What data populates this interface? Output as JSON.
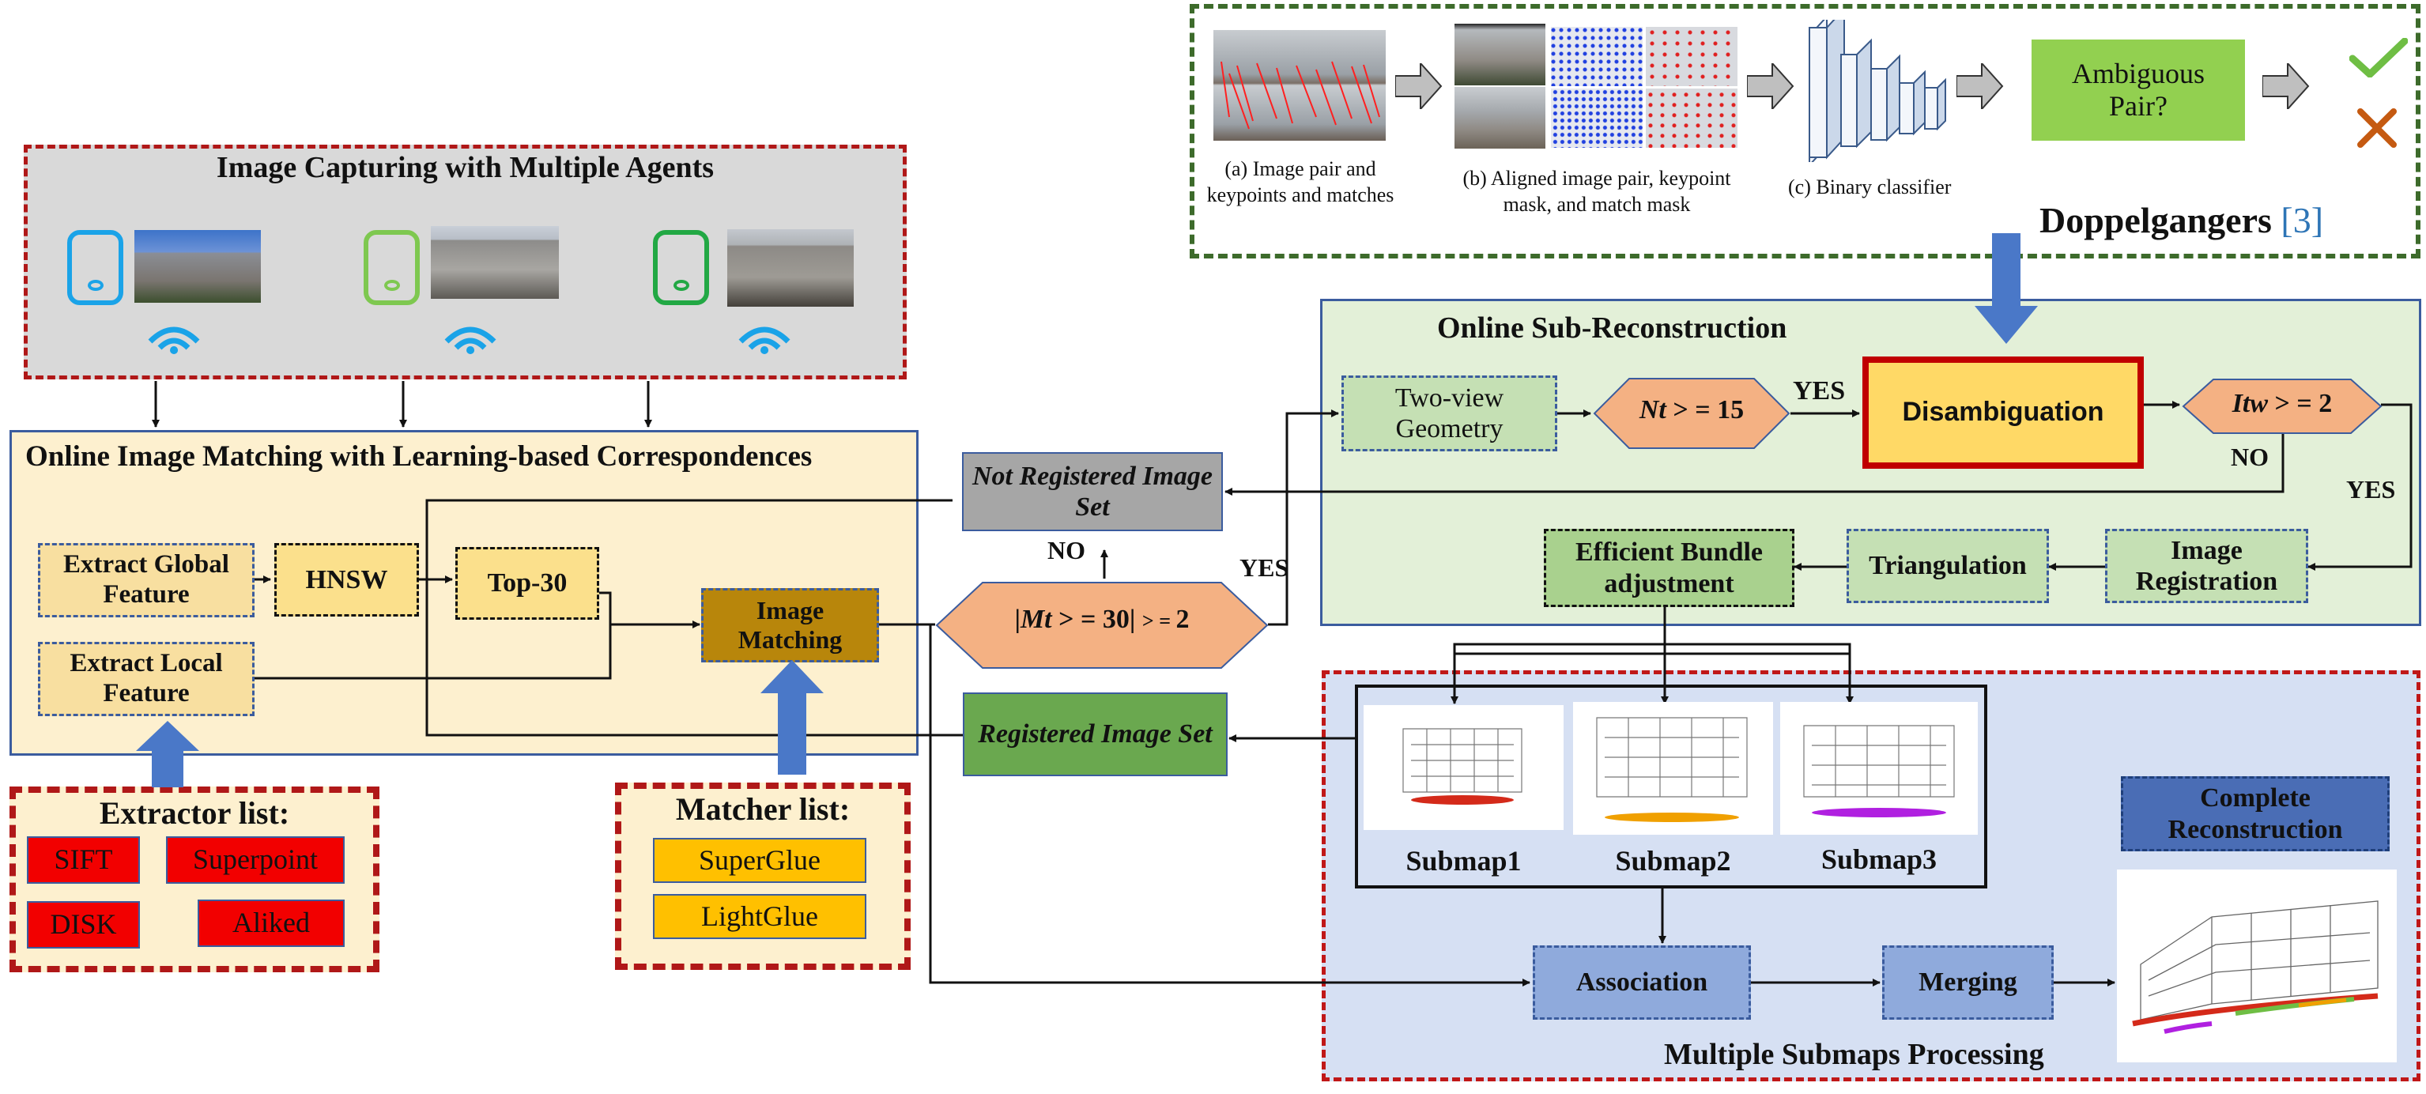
{
  "capture": {
    "title": "Image Capturing with Multiple Agents",
    "agent_colors": [
      "#1aa3e8",
      "#7ec850",
      "#22a844"
    ]
  },
  "matching": {
    "title": "Online Image Matching with Learning-based Correspondences",
    "extract_global": "Extract Global Feature",
    "hnsw": "HNSW",
    "top30": "Top-30",
    "extract_local": "Extract Local Feature",
    "image_matching": "Image Matching"
  },
  "extractor": {
    "title": "Extractor list:",
    "items": [
      "SIFT",
      "Superpoint",
      "DISK",
      "Aliked"
    ]
  },
  "matcher": {
    "title": "Matcher list:",
    "items": [
      "SuperGlue",
      "LightGlue"
    ]
  },
  "sets": {
    "not_registered": "Not Registered Image Set",
    "registered": "Registered Image Set"
  },
  "decision": {
    "mt_prefix": "|",
    "mt_var": "Mt",
    "mt_cond": " > = 30| ",
    "mt_small": "> = ",
    "mt_val": "2",
    "yes": "YES",
    "no": "NO"
  },
  "doppel": {
    "caption_a": "(a) Image pair and keypoints and matches",
    "caption_b": "(b) Aligned image pair, keypoint mask, and match mask",
    "caption_c": "(c) Binary classifier",
    "ambiguous": "Ambiguous Pair?",
    "title": "Doppelgangers",
    "ref": "[3]"
  },
  "subrecon": {
    "title": "Online Sub-Reconstruction",
    "two_view": "Two-view Geometry",
    "nt_var": "Nt",
    "nt_cond": " > = 15",
    "yes1": "YES",
    "disambiguation": "Disambiguation",
    "itw_var": "Itw",
    "itw_cond": " > = 2",
    "no": "NO",
    "yes2": "YES",
    "image_registration": "Image Registration",
    "triangulation": "Triangulation",
    "bundle": "Efficient Bundle adjustment"
  },
  "submaps": {
    "title": "Multiple Submaps Processing",
    "labels": [
      "Submap1",
      "Submap2",
      "Submap3"
    ],
    "colors": [
      "#d42a1a",
      "#f0a000",
      "#b020e0"
    ],
    "association": "Association",
    "merging": "Merging",
    "complete": "Complete Reconstruction"
  }
}
